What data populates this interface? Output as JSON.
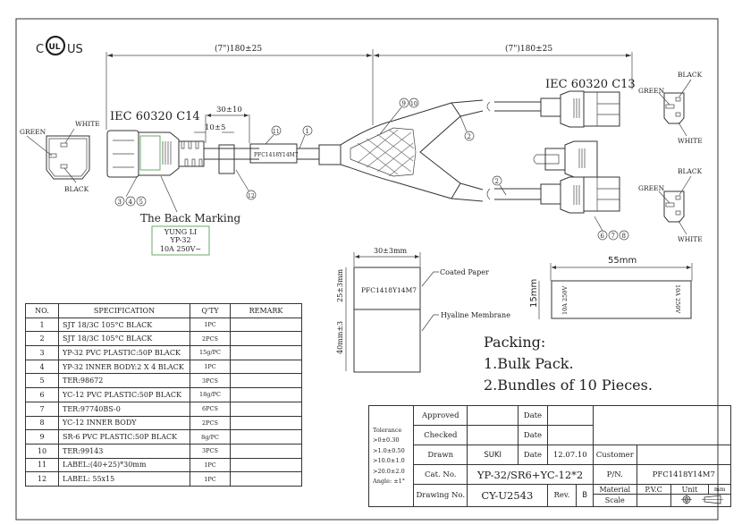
{
  "certification": {
    "left": "C",
    "mark": "UL",
    "right": "US"
  },
  "dimensions": {
    "cord_length_left": "(7\")180±25",
    "cord_length_right": "(7\")180±25",
    "label_offset": "30±10",
    "label_width": "10±5",
    "label_box_width": "30±3mm",
    "label_box_top_height": "25±3mm",
    "label_box_bottom_height": "40mm±3",
    "small_label_width": "55mm",
    "small_label_height": "15mm"
  },
  "connectors": {
    "inlet": {
      "title": "IEC 60320 C14",
      "wires": {
        "green": "GREEN",
        "white": "WHITE",
        "black": "BLACK"
      }
    },
    "outlet_top": {
      "title": "IEC 60320 C13",
      "wires": {
        "green": "GREEN",
        "white": "WHITE",
        "black": "BLACK"
      }
    },
    "outlet_bottom": {
      "wires": {
        "green": "GREEN",
        "white": "WHITE",
        "black": "BLACK"
      }
    }
  },
  "callouts": {
    "c1": "1",
    "c2a": "2",
    "c2b": "2",
    "c345": [
      "3",
      "4",
      "5"
    ],
    "c678": [
      "6",
      "7",
      "8"
    ],
    "c910": [
      "9",
      "10"
    ],
    "c11": "11",
    "c12": "12"
  },
  "cord_label": "PFC1418Y14M7",
  "back_marking": {
    "title": "The Back Marking",
    "lines": [
      "YUNG LI",
      "YP-32",
      "10A 250V~"
    ]
  },
  "label_box": {
    "text": "PFC1418Y14M7",
    "top_note": "Coated Paper",
    "bottom_note": "Hyaline Membrane"
  },
  "small_label": {
    "left_text": "10A 250V",
    "right_text": "10A 250V"
  },
  "packing": {
    "title": "Packing:",
    "items": [
      "1.Bulk Pack.",
      "2.Bundles of 10 Pieces."
    ]
  },
  "bom": {
    "headers": [
      "NO.",
      "SPECIFICATION",
      "Q'TY",
      "REMARK"
    ],
    "rows": [
      {
        "no": "1",
        "spec": "SJT 18/3C 105°C BLACK",
        "qty": "1PC",
        "remark": ""
      },
      {
        "no": "2",
        "spec": "SJT 18/3C 105°C BLACK",
        "qty": "2PCS",
        "remark": ""
      },
      {
        "no": "3",
        "spec": "YP-32 PVC PLASTIC:50P BLACK",
        "qty": "15g/PC",
        "remark": ""
      },
      {
        "no": "4",
        "spec": "YP-32 INNER BODY:2 X 4 BLACK",
        "qty": "1PC",
        "remark": ""
      },
      {
        "no": "5",
        "spec": "TER:98672",
        "qty": "3PCS",
        "remark": ""
      },
      {
        "no": "6",
        "spec": "YC-12 PVC PLASTIC:50P BLACK",
        "qty": "18g/PC",
        "remark": ""
      },
      {
        "no": "7",
        "spec": "TER:97740BS-0",
        "qty": "6PCS",
        "remark": ""
      },
      {
        "no": "8",
        "spec": "YC-12 INNER BODY",
        "qty": "2PCS",
        "remark": ""
      },
      {
        "no": "9",
        "spec": "SR-6 PVC PLASTIC:50P BLACK",
        "qty": "8g/PC",
        "remark": ""
      },
      {
        "no": "10",
        "spec": "TER:99143",
        "qty": "3PCS",
        "remark": ""
      },
      {
        "no": "11",
        "spec": "LABEL:(40+25)*30mm",
        "qty": "1PC",
        "remark": ""
      },
      {
        "no": "12",
        "spec": "LABEL: 55x15",
        "qty": "1PC",
        "remark": ""
      }
    ]
  },
  "title_block": {
    "tolerance": [
      "Tolerance",
      ">0±0.30",
      ">1.0±0.50",
      ">10.0±1.0",
      ">20.0±2.0",
      "Angle: ±1°"
    ],
    "approved_label": "Approved",
    "approved_value": "",
    "checked_label": "Checked",
    "checked_value": "",
    "drawn_label": "Drawn",
    "drawn_value": "SUKI",
    "date_label": "Date",
    "date_value": "12.07.10",
    "catno_label": "Cat. No.",
    "catno_value": "YP-32/SR6+YC-12*2",
    "drawingno_label": "Drawing No.",
    "drawingno_value": "CY-U2543",
    "rev_label": "Rev.",
    "rev_value": "B",
    "customer_label": "Customer",
    "customer_value": "",
    "pn_label": "P/N.",
    "pn_value": "PFC1418Y14M7",
    "material_label": "Material",
    "material_value": "P.V.C",
    "unit_label": "Unit",
    "unit_value": "mm",
    "scale_label": "Scale",
    "scale_value": ""
  }
}
